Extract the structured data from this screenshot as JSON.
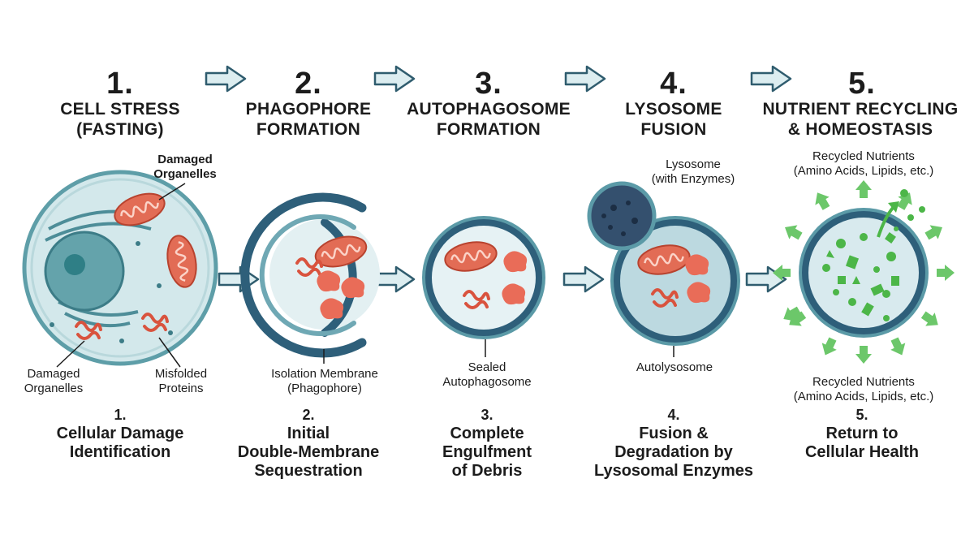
{
  "steps": [
    {
      "number": "1.",
      "title_line1": "CELL STRESS",
      "title_line2": "(FASTING)",
      "caption_number": "1.",
      "caption_line1": "Cellular Damage",
      "caption_line2": "Identification",
      "caption_line3": ""
    },
    {
      "number": "2.",
      "title_line1": "PHAGOPHORE",
      "title_line2": "FORMATION",
      "caption_number": "2.",
      "caption_line1": "Initial",
      "caption_line2": "Double-Membrane",
      "caption_line3": "Sequestration"
    },
    {
      "number": "3.",
      "title_line1": "AUTOPHAGOSOME",
      "title_line2": "FORMATION",
      "caption_number": "3.",
      "caption_line1": "Complete",
      "caption_line2": "Engulfment",
      "caption_line3": "of Debris"
    },
    {
      "number": "4.",
      "title_line1": "LYSOSOME",
      "title_line2": "FUSION",
      "caption_number": "4.",
      "caption_line1": "Fusion &",
      "caption_line2": "Degradation by",
      "caption_line3": "Lysosomal Enzymes"
    },
    {
      "number": "5.",
      "title_line1": "NUTRIENT RECYCLING",
      "title_line2": "& HOMEOSTASIS",
      "caption_number": "5.",
      "caption_line1": "Return to",
      "caption_line2": "Cellular Health",
      "caption_line3": ""
    }
  ],
  "labels": {
    "damaged_organelles_top_1": "Damaged",
    "damaged_organelles_top_2": "Organelles",
    "damaged_organelles_bottom_1": "Damaged",
    "damaged_organelles_bottom_2": "Organelles",
    "misfolded_proteins_1": "Misfolded",
    "misfolded_proteins_2": "Proteins",
    "isolation_membrane_1": "Isolation Membrane",
    "isolation_membrane_2": "(Phagophore)",
    "sealed_autophagosome_1": "Sealed",
    "sealed_autophagosome_2": "Autophagosome",
    "lysosome_1": "Lysosome",
    "lysosome_2": "(with Enzymes)",
    "autolysosome": "Autolysosome",
    "recycled_top_1": "Recycled Nutrients",
    "recycled_top_2": "(Amino Acids, Lipids, etc.)",
    "recycled_bottom_1": "Recycled Nutrients",
    "recycled_bottom_2": "(Amino Acids, Lipids, etc.)"
  },
  "colors": {
    "membrane": "#2e5f7a",
    "cell_fill": "#d9ecef",
    "cell_ring": "#5fa3ad",
    "organelle": "#e06a52",
    "lysosome": "#34506e",
    "nutrient": "#4cb648",
    "arrow": "#dcedf0"
  }
}
